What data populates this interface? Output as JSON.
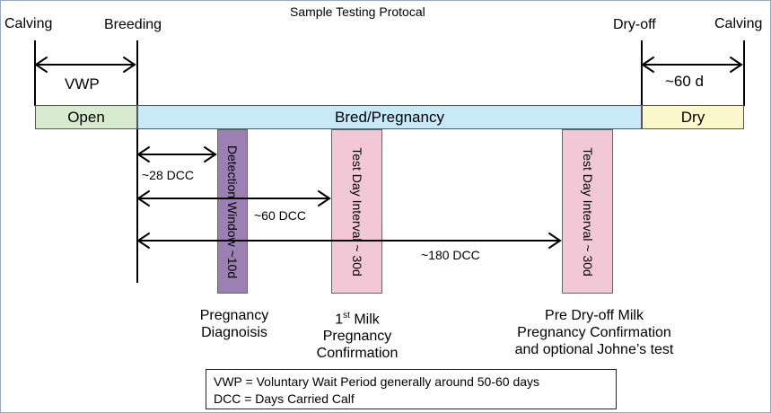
{
  "title": "Sample Testing Protocal",
  "top_labels": {
    "calving_left": "Calving",
    "breeding": "Breeding",
    "dry_off": "Dry-off",
    "calving_right": "Calving"
  },
  "spans": {
    "vwp": "VWP",
    "dry_length": "~60 d"
  },
  "phases": {
    "open": "Open",
    "bred": "Bred/Pregnancy",
    "dry": "Dry"
  },
  "intervals": {
    "dcc28": "~28 DCC",
    "dcc60": "~60 DCC",
    "dcc180": "~180 DCC"
  },
  "windows": {
    "detection": "Detection Window ~10d",
    "test_day_1": "Test Day Interval ~ 30d",
    "test_day_2": "Test Day Interval ~ 30d"
  },
  "captions": {
    "pregnancy_line1": "Pregnancy",
    "pregnancy_line2": "Diagnoisis",
    "milk_number": "1",
    "milk_sup": "st",
    "milk_word": " Milk",
    "milk_line2": "Pregnancy",
    "milk_line3": "Confirmation",
    "dryoff_line1": "Pre Dry-off Milk",
    "dryoff_line2": "Pregnancy Confirmation",
    "dryoff_line3": "and optional Johne’s test"
  },
  "legend": {
    "line1": "VWP = Voluntary Wait Period generally around 50-60 days",
    "line2": "DCC = Days Carried Calf"
  },
  "colors": {
    "open": "#d8ebcf",
    "bred": "#c7e9f8",
    "dry": "#fdf7cc",
    "detection_window": "#9c7fb3",
    "test_day_window": "#f2c8d6"
  }
}
